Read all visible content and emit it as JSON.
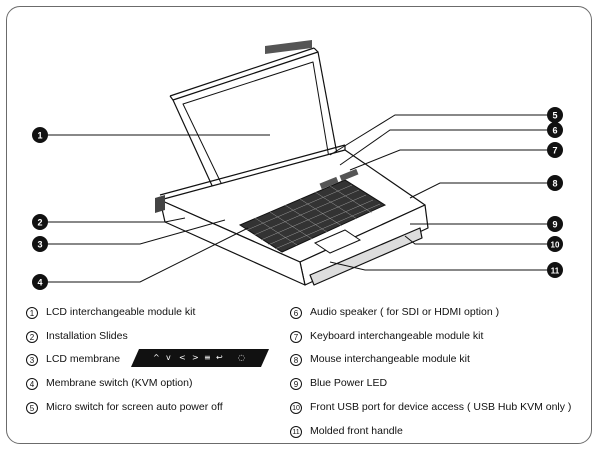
{
  "diagram": {
    "callouts": [
      "1",
      "2",
      "3",
      "4",
      "5",
      "6",
      "7",
      "8",
      "9",
      "10",
      "11"
    ]
  },
  "legend": {
    "left": [
      {
        "num": "1",
        "text": "LCD interchangeable module kit"
      },
      {
        "num": "2",
        "text": "Installation Slides"
      },
      {
        "num": "3",
        "text": "LCD membrane"
      },
      {
        "num": "4",
        "text": "Membrane switch (KVM option)"
      },
      {
        "num": "5",
        "text": "Micro switch for screen auto power off"
      }
    ],
    "right": [
      {
        "num": "6",
        "text": "Audio speaker ( for SDI or HDMI option )"
      },
      {
        "num": "7",
        "text": "Keyboard interchangeable module kit"
      },
      {
        "num": "8",
        "text": "Mouse interchangeable module kit"
      },
      {
        "num": "9",
        "text": "Blue Power LED"
      },
      {
        "num": "10",
        "text": "Front USB port for device access ( USB Hub KVM only )"
      },
      {
        "num": "11",
        "text": "Molded front handle"
      }
    ]
  },
  "membrane_buttons": [
    "^",
    "v",
    "<",
    ">",
    "≡",
    "↩",
    "◌"
  ],
  "colors": {
    "frame": "#6b6b6b",
    "callout_fill": "#111111",
    "line": "#111111"
  }
}
